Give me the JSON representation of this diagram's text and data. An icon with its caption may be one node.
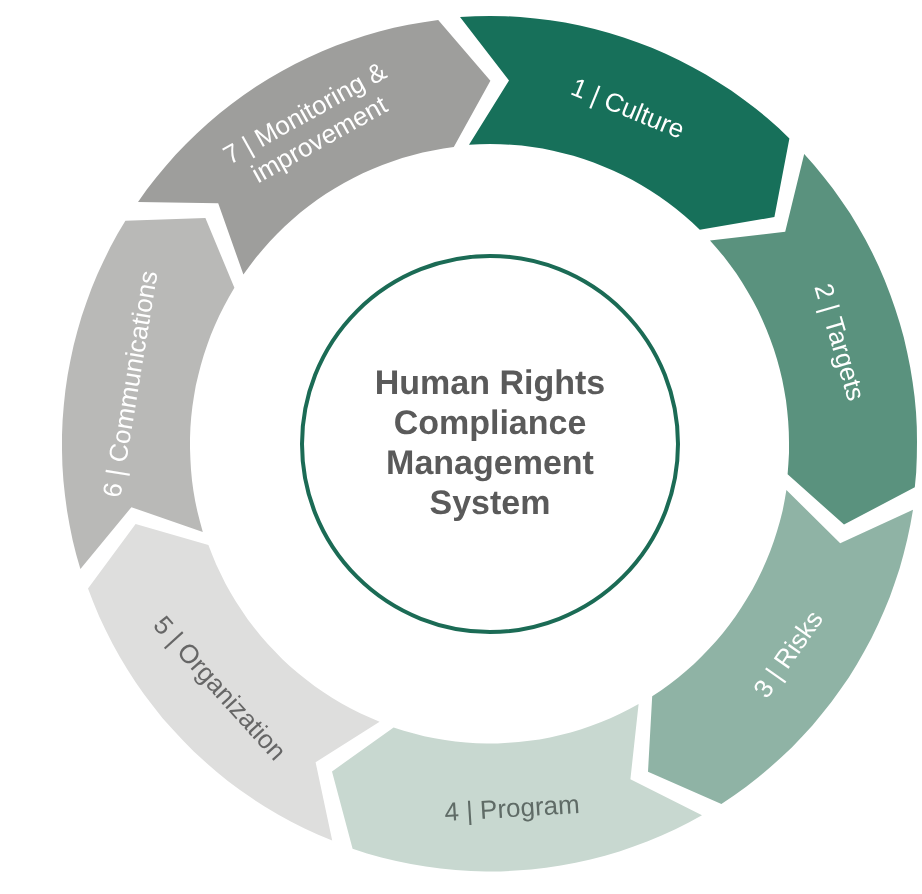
{
  "diagram": {
    "nodes": [
      {
        "text": [
          "Human Rights Compliance Management System"
        ]
      },
      {
        "text": [
          "1 | Culture"
        ]
      },
      {
        "text": [
          "2 | Targets"
        ]
      },
      {
        "text": [
          "3 | Risks"
        ]
      },
      {
        "text": [
          "4 | Program"
        ]
      },
      {
        "text": [
          "5 | Organization"
        ]
      },
      {
        "text": [
          "6 | Communications"
        ]
      },
      {
        "text": [
          "7 | Monitoring & improvement"
        ]
      }
    ]
  }
}
